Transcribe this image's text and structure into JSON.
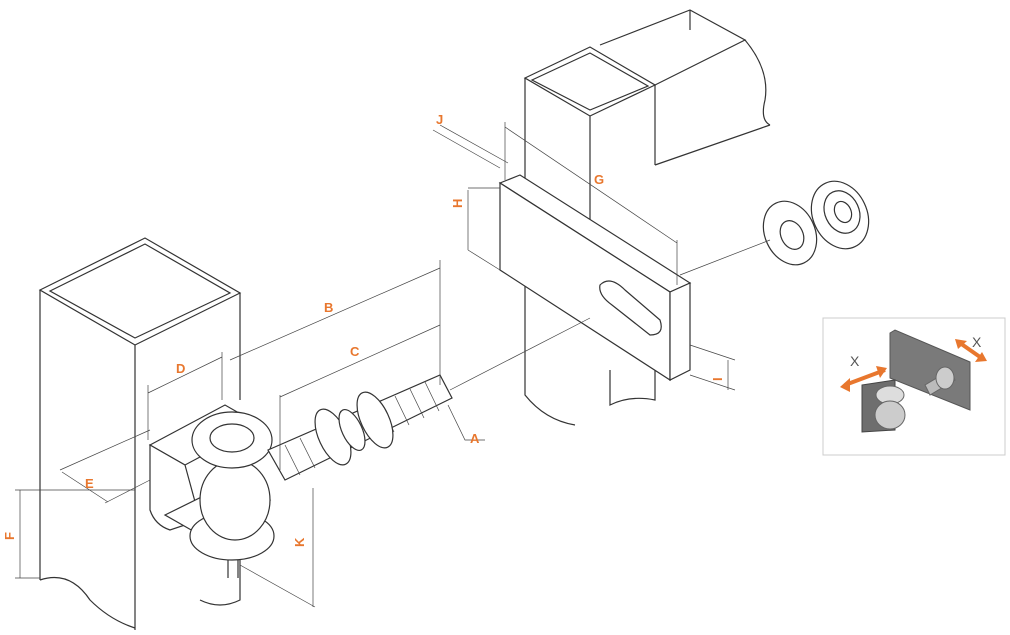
{
  "labels": {
    "A": "A",
    "B": "B",
    "C": "C",
    "D": "D",
    "E": "E",
    "F": "F",
    "G": "G",
    "H": "H",
    "I": "I",
    "J": "J",
    "K": "K"
  },
  "inset": {
    "x1": "X",
    "x2": "X"
  },
  "colors": {
    "accent": "#e8772e",
    "line": "#333333",
    "inset_border": "#cccccc",
    "inset_part": "#7a7a7a"
  }
}
